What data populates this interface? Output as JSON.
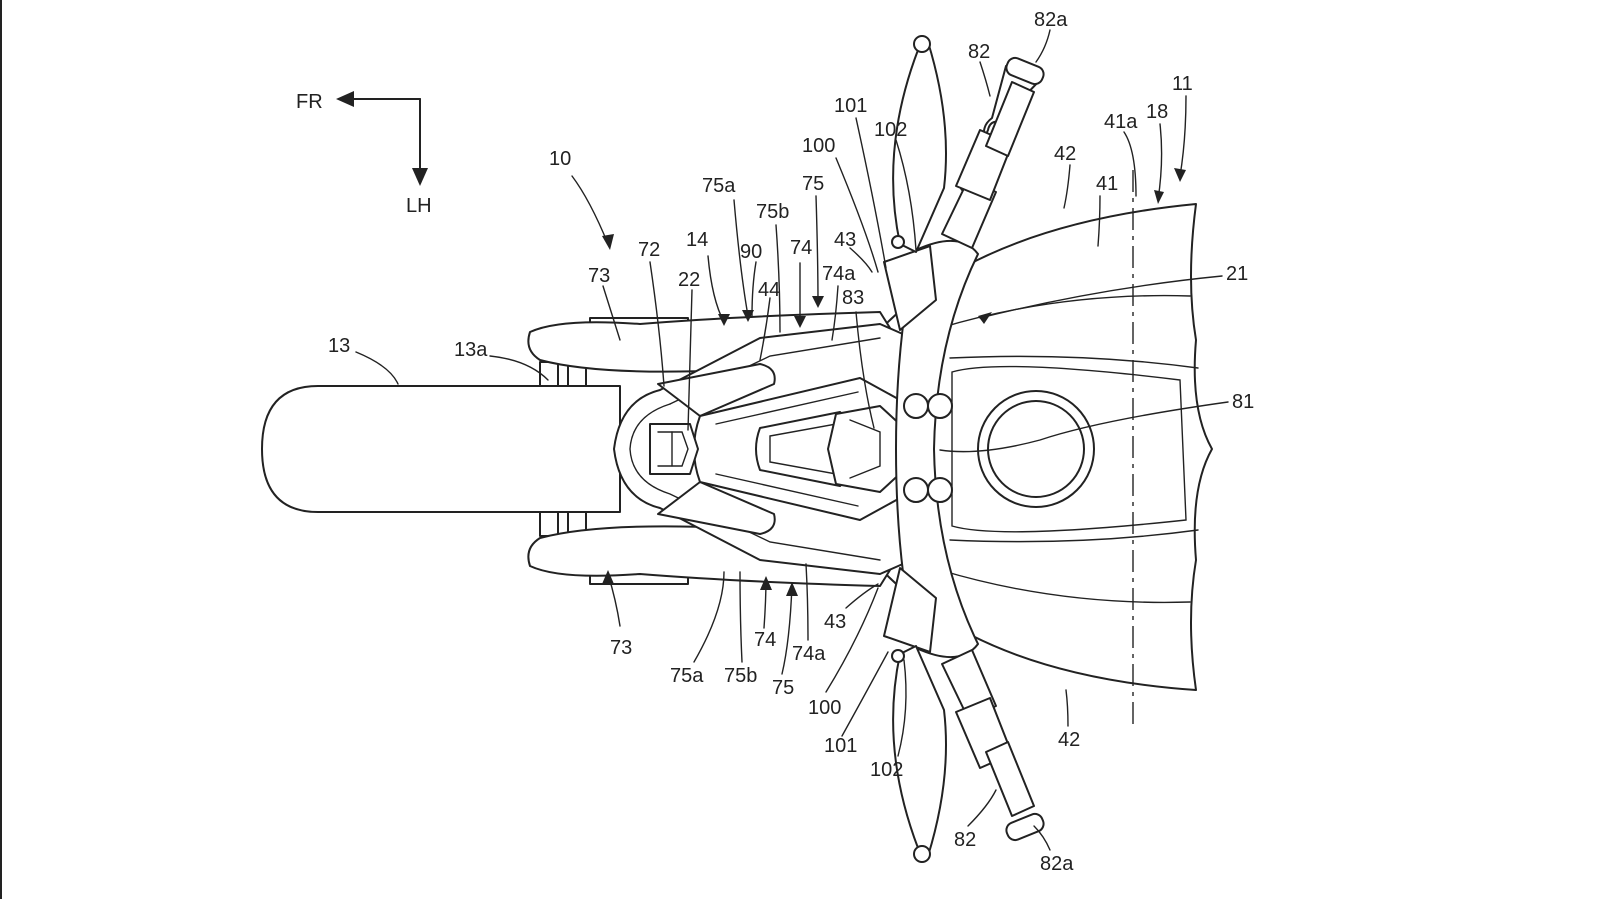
{
  "orientation": {
    "forward_label": "FR",
    "left_label": "LH"
  },
  "figure_callouts": {
    "c10": "10",
    "c11": "11",
    "c13": "13",
    "c13a": "13a",
    "c14": "14",
    "c18": "18",
    "c21": "21",
    "c22": "22",
    "c41": "41",
    "c41a": "41a",
    "c42_top": "42",
    "c42_bottom": "42",
    "c43_top": "43",
    "c43_bottom": "43",
    "c44": "44",
    "c72": "72",
    "c73_top": "73",
    "c73_bottom": "73",
    "c74_top": "74",
    "c74_bottom": "74",
    "c74a_top": "74a",
    "c74a_bottom": "74a",
    "c75_top": "75",
    "c75_bottom": "75",
    "c75a_top": "75a",
    "c75a_bottom": "75a",
    "c75b_top": "75b",
    "c75b_bottom": "75b",
    "c81": "81",
    "c82_top": "82",
    "c82_bottom": "82",
    "c82a_top": "82a",
    "c82a_bottom": "82a",
    "c83": "83",
    "c90": "90",
    "c100_top": "100",
    "c100_bottom": "100",
    "c101_top": "101",
    "c101_bottom": "101",
    "c102_top": "102",
    "c102_bottom": "102"
  }
}
